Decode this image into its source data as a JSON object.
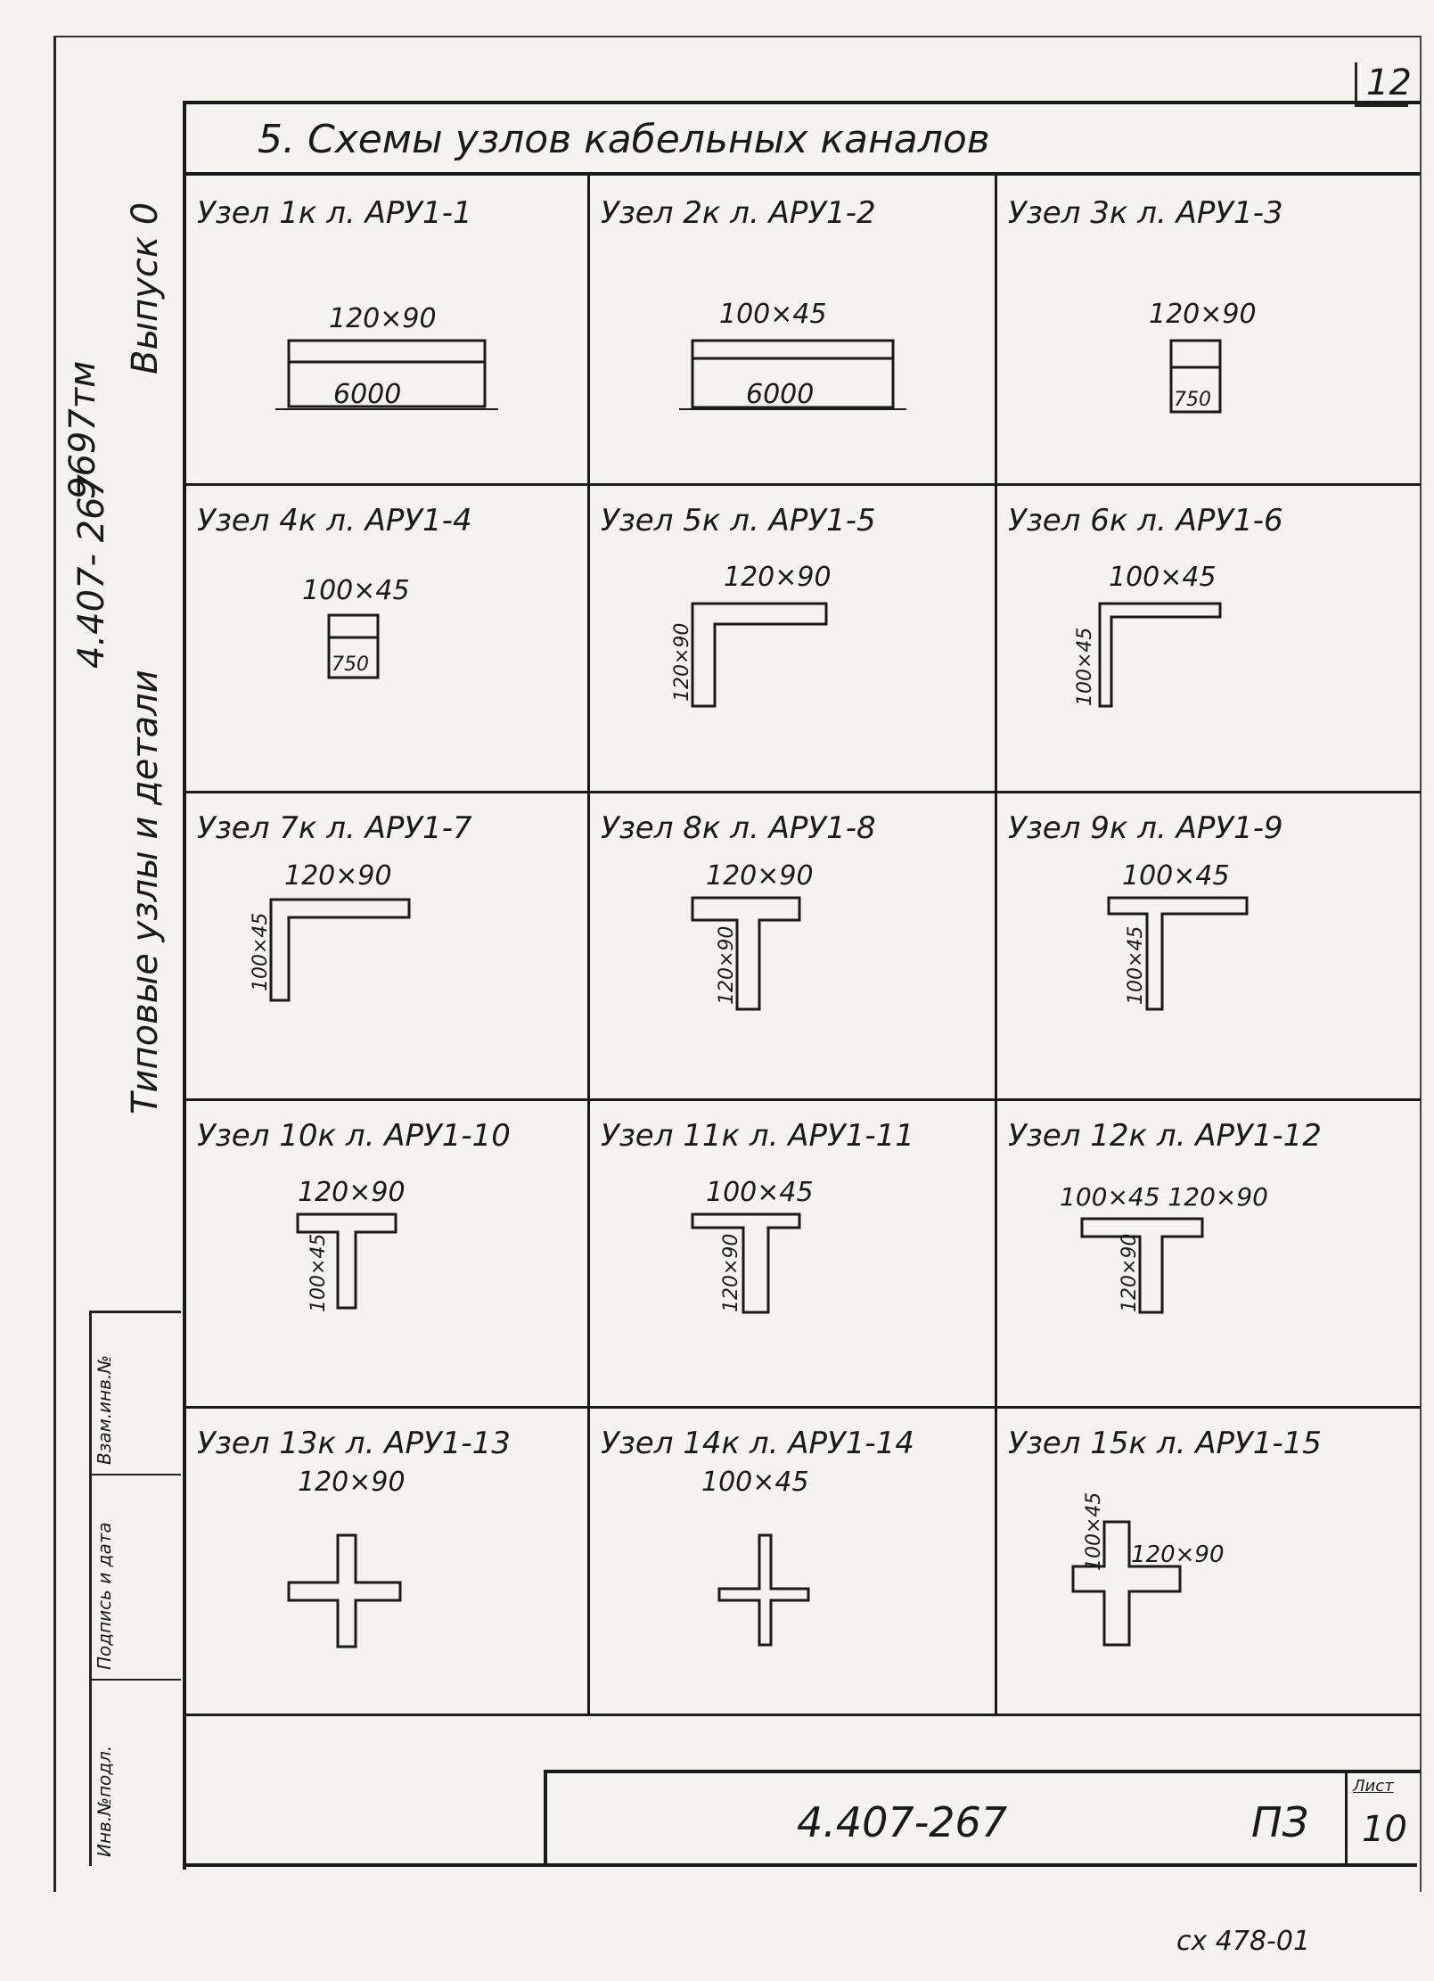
{
  "corner_number": "12",
  "title": "5. Схемы узлов кабельных каналов",
  "side_labels": {
    "issue": "Выпуск 0",
    "series": "4.407- 267",
    "subject": "Типовые узлы и детали",
    "code": "9697тм"
  },
  "stamp_labels": [
    "Инв.№подл.",
    "Подпись и дата",
    "Взам.инв.№"
  ],
  "nodes": [
    {
      "title": "Узел 1к  л. АРУ1-1",
      "dim_a": "120×90",
      "dim_b": "6000"
    },
    {
      "title": "Узел 2к  л. АРУ1-2",
      "dim_a": "100×45",
      "dim_b": "6000"
    },
    {
      "title": "Узел 3к  л. АРУ1-3",
      "dim_a": "120×90",
      "dim_b": "750"
    },
    {
      "title": "Узел 4к  л. АРУ1-4",
      "dim_a": "100×45",
      "dim_b": "750"
    },
    {
      "title": "Узел 5к  л. АРУ1-5",
      "dim_a": "120×90",
      "dim_b": "120×90"
    },
    {
      "title": "Узел 6к  л. АРУ1-6",
      "dim_a": "100×45",
      "dim_b": "100×45"
    },
    {
      "title": "Узел 7к  л. АРУ1-7",
      "dim_a": "120×90",
      "dim_b": "100×45"
    },
    {
      "title": "Узел 8к  л. АРУ1-8",
      "dim_a": "120×90",
      "dim_b": "120×90"
    },
    {
      "title": "Узел 9к  л. АРУ1-9",
      "dim_a": "100×45",
      "dim_b": "100×45"
    },
    {
      "title": "Узел 10к л. АРУ1-10",
      "dim_a": "120×90",
      "dim_b": "100×45"
    },
    {
      "title": "Узел 11к л. АРУ1-11",
      "dim_a": "100×45",
      "dim_b": "120×90"
    },
    {
      "title": "Узел 12к л. АРУ1-12",
      "dim_a": "100×45 120×90",
      "dim_b": "120×90"
    },
    {
      "title": "Узел 13к л. АРУ1-13",
      "dim_a": "120×90",
      "dim_b": ""
    },
    {
      "title": "Узел 14к л. АРУ1-14",
      "dim_a": "100×45",
      "dim_b": ""
    },
    {
      "title": "Узел 15к л. АРУ1-15",
      "dim_a": "120×90",
      "dim_b": "100×45"
    }
  ],
  "title_block": {
    "code": "4.407-267",
    "kind": "ПЗ",
    "sheet_label": "Лист",
    "sheet_number": "10"
  },
  "footer_note": "сх 478-01"
}
